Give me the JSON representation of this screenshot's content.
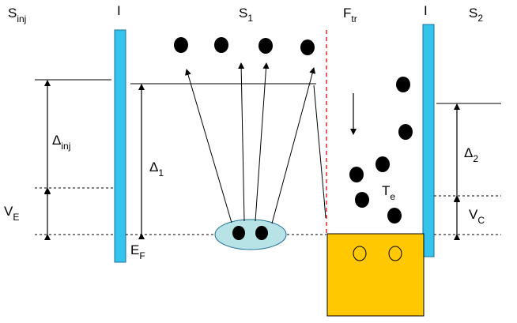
{
  "labels": {
    "s_inj": {
      "main": "S",
      "sub": "inj"
    },
    "i_left": {
      "main": "I"
    },
    "s1": {
      "main": "S",
      "sub": "1"
    },
    "f_tr": {
      "main": "F",
      "sub": "tr"
    },
    "i_right": {
      "main": "I"
    },
    "s2": {
      "main": "S",
      "sub": "2"
    },
    "delta_inj": {
      "main": "Δ",
      "sub": "inj"
    },
    "delta_1": {
      "main": "Δ",
      "sub": "1"
    },
    "delta_2": {
      "main": "Δ",
      "sub": "2"
    },
    "v_e": {
      "main": "V",
      "sub": "E"
    },
    "v_c": {
      "main": "V",
      "sub": "C"
    },
    "e_f": {
      "main": "E",
      "sub": "F"
    },
    "t_e": {
      "main": "T",
      "sub": "e"
    }
  },
  "colors": {
    "barrier": "#33c3ec",
    "barrier_stroke": "#1d6f95",
    "collector": "#ffc800",
    "cloud": "#b7e2e6",
    "divider": "#e0282c",
    "electron": "#000000"
  }
}
